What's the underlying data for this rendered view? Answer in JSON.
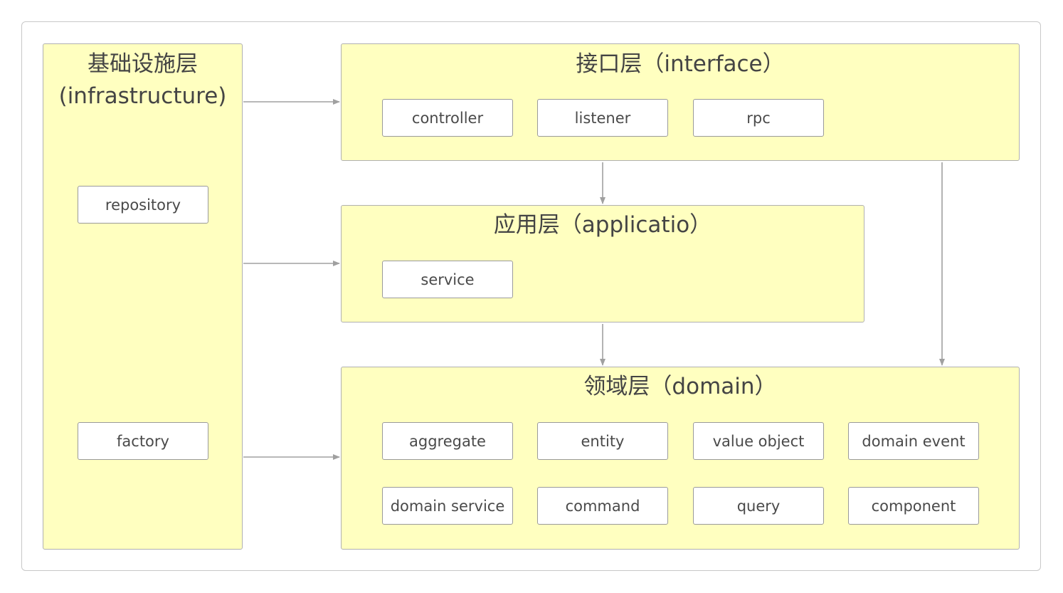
{
  "layers": {
    "infrastructure": {
      "title": "基础设施层\n(infrastructure)",
      "nodes": [
        "repository",
        "factory"
      ]
    },
    "interface": {
      "title": "接口层（interface）",
      "nodes": [
        "controller",
        "listener",
        "rpc"
      ]
    },
    "application": {
      "title": "应用层（applicatio）",
      "nodes": [
        "service"
      ]
    },
    "domain": {
      "title": "领域层（domain）",
      "nodes": [
        "aggregate",
        "entity",
        "value object",
        "domain event",
        "domain service",
        "command",
        "query",
        "component"
      ]
    }
  },
  "colors": {
    "layer_fill": "#ffffc0",
    "arrow": "#a0a0a0"
  }
}
